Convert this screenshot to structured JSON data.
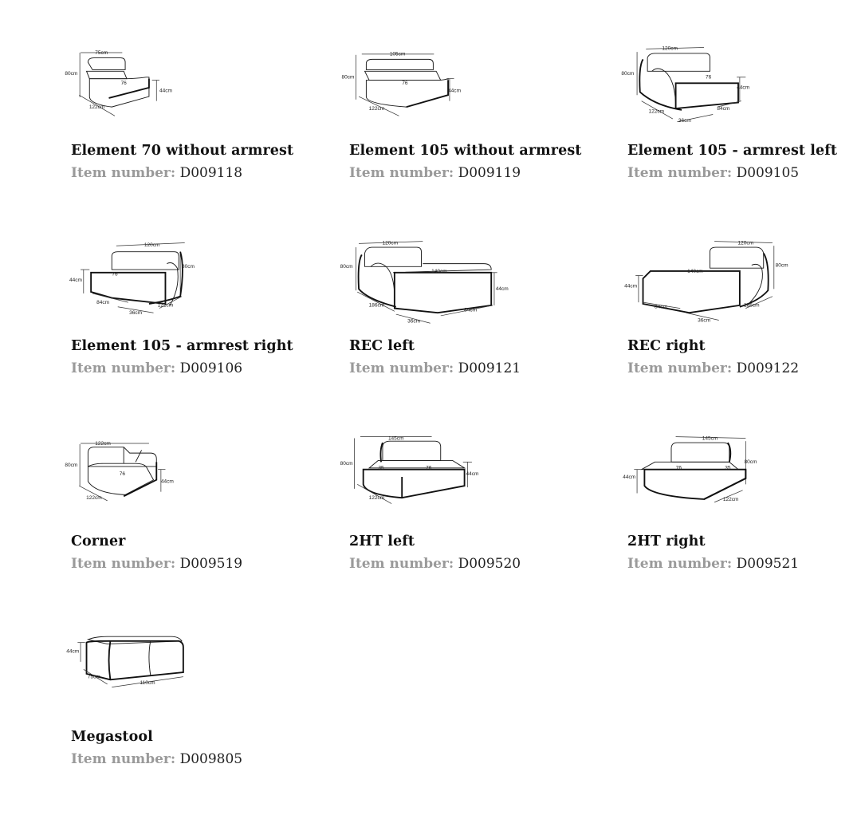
{
  "catalog": {
    "item_number_label": "Item number:",
    "items": [
      {
        "name": "Element 70 without armrest",
        "number": "D009118",
        "drawing": "element-70-drawing",
        "dims": [
          "75cm",
          "80cm",
          "76",
          "44cm",
          "122cm"
        ]
      },
      {
        "name": "Element 105 without armrest",
        "number": "D009119",
        "drawing": "element-105-drawing",
        "dims": [
          "105cm",
          "80cm",
          "76",
          "44cm",
          "122cm"
        ]
      },
      {
        "name": "Element 105 - armrest left",
        "number": "D009105",
        "drawing": "element-105-armrest-left-drawing",
        "dims": [
          "120cm",
          "80cm",
          "76",
          "44cm",
          "122cm",
          "84cm",
          "36cm"
        ]
      },
      {
        "name": "Element 105 - armrest right",
        "number": "D009106",
        "drawing": "element-105-armrest-right-drawing",
        "dims": [
          "120cm",
          "80cm",
          "76",
          "44cm",
          "84cm",
          "36cm",
          "122cm"
        ]
      },
      {
        "name": "REC left",
        "number": "D009121",
        "drawing": "rec-left-drawing",
        "dims": [
          "120cm",
          "80cm",
          "140cm",
          "44cm",
          "186cm",
          "84cm",
          "36cm"
        ]
      },
      {
        "name": "REC right",
        "number": "D009122",
        "drawing": "rec-right-drawing",
        "dims": [
          "120cm",
          "80cm",
          "140cm",
          "44cm",
          "84cm",
          "36cm",
          "186cm"
        ]
      },
      {
        "name": "Corner",
        "number": "D009519",
        "drawing": "corner-drawing",
        "dims": [
          "122cm",
          "80cm",
          "76",
          "44cm",
          "122cm"
        ]
      },
      {
        "name": "2HT left",
        "number": "D009520",
        "drawing": "2ht-left-drawing",
        "dims": [
          "145cm",
          "80cm",
          "35",
          "76",
          "44cm",
          "122cm"
        ]
      },
      {
        "name": "2HT right",
        "number": "D009521",
        "drawing": "2ht-right-drawing",
        "dims": [
          "145cm",
          "80cm",
          "76",
          "35",
          "44cm",
          "122cm"
        ]
      },
      {
        "name": "Megastool",
        "number": "D009805",
        "drawing": "megastool-drawing",
        "dims": [
          "44cm",
          "75cm",
          "110cm"
        ]
      }
    ]
  }
}
